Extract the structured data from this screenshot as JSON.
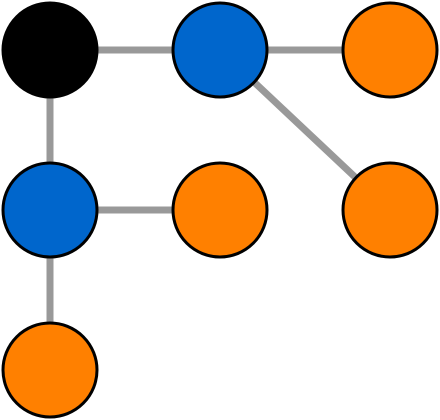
{
  "diagram": {
    "type": "tree-graph",
    "colors": {
      "background": "#ffffff",
      "edge": "#999999",
      "node_stroke": "#000000",
      "root": "#000000",
      "internal": "#0066cc",
      "leaf": "#ff8000"
    },
    "nodes": [
      {
        "id": "n1",
        "kind": "root",
        "color": "#000000"
      },
      {
        "id": "n2",
        "kind": "internal",
        "color": "#0066cc"
      },
      {
        "id": "n3",
        "kind": "leaf",
        "color": "#ff8000"
      },
      {
        "id": "n4",
        "kind": "internal",
        "color": "#0066cc"
      },
      {
        "id": "n5",
        "kind": "leaf",
        "color": "#ff8000"
      },
      {
        "id": "n6",
        "kind": "leaf",
        "color": "#ff8000"
      },
      {
        "id": "n7",
        "kind": "leaf",
        "color": "#ff8000"
      }
    ],
    "edges": [
      {
        "from": "n1",
        "to": "n2"
      },
      {
        "from": "n2",
        "to": "n3"
      },
      {
        "from": "n2",
        "to": "n6"
      },
      {
        "from": "n1",
        "to": "n4"
      },
      {
        "from": "n4",
        "to": "n5"
      },
      {
        "from": "n4",
        "to": "n7"
      }
    ]
  }
}
